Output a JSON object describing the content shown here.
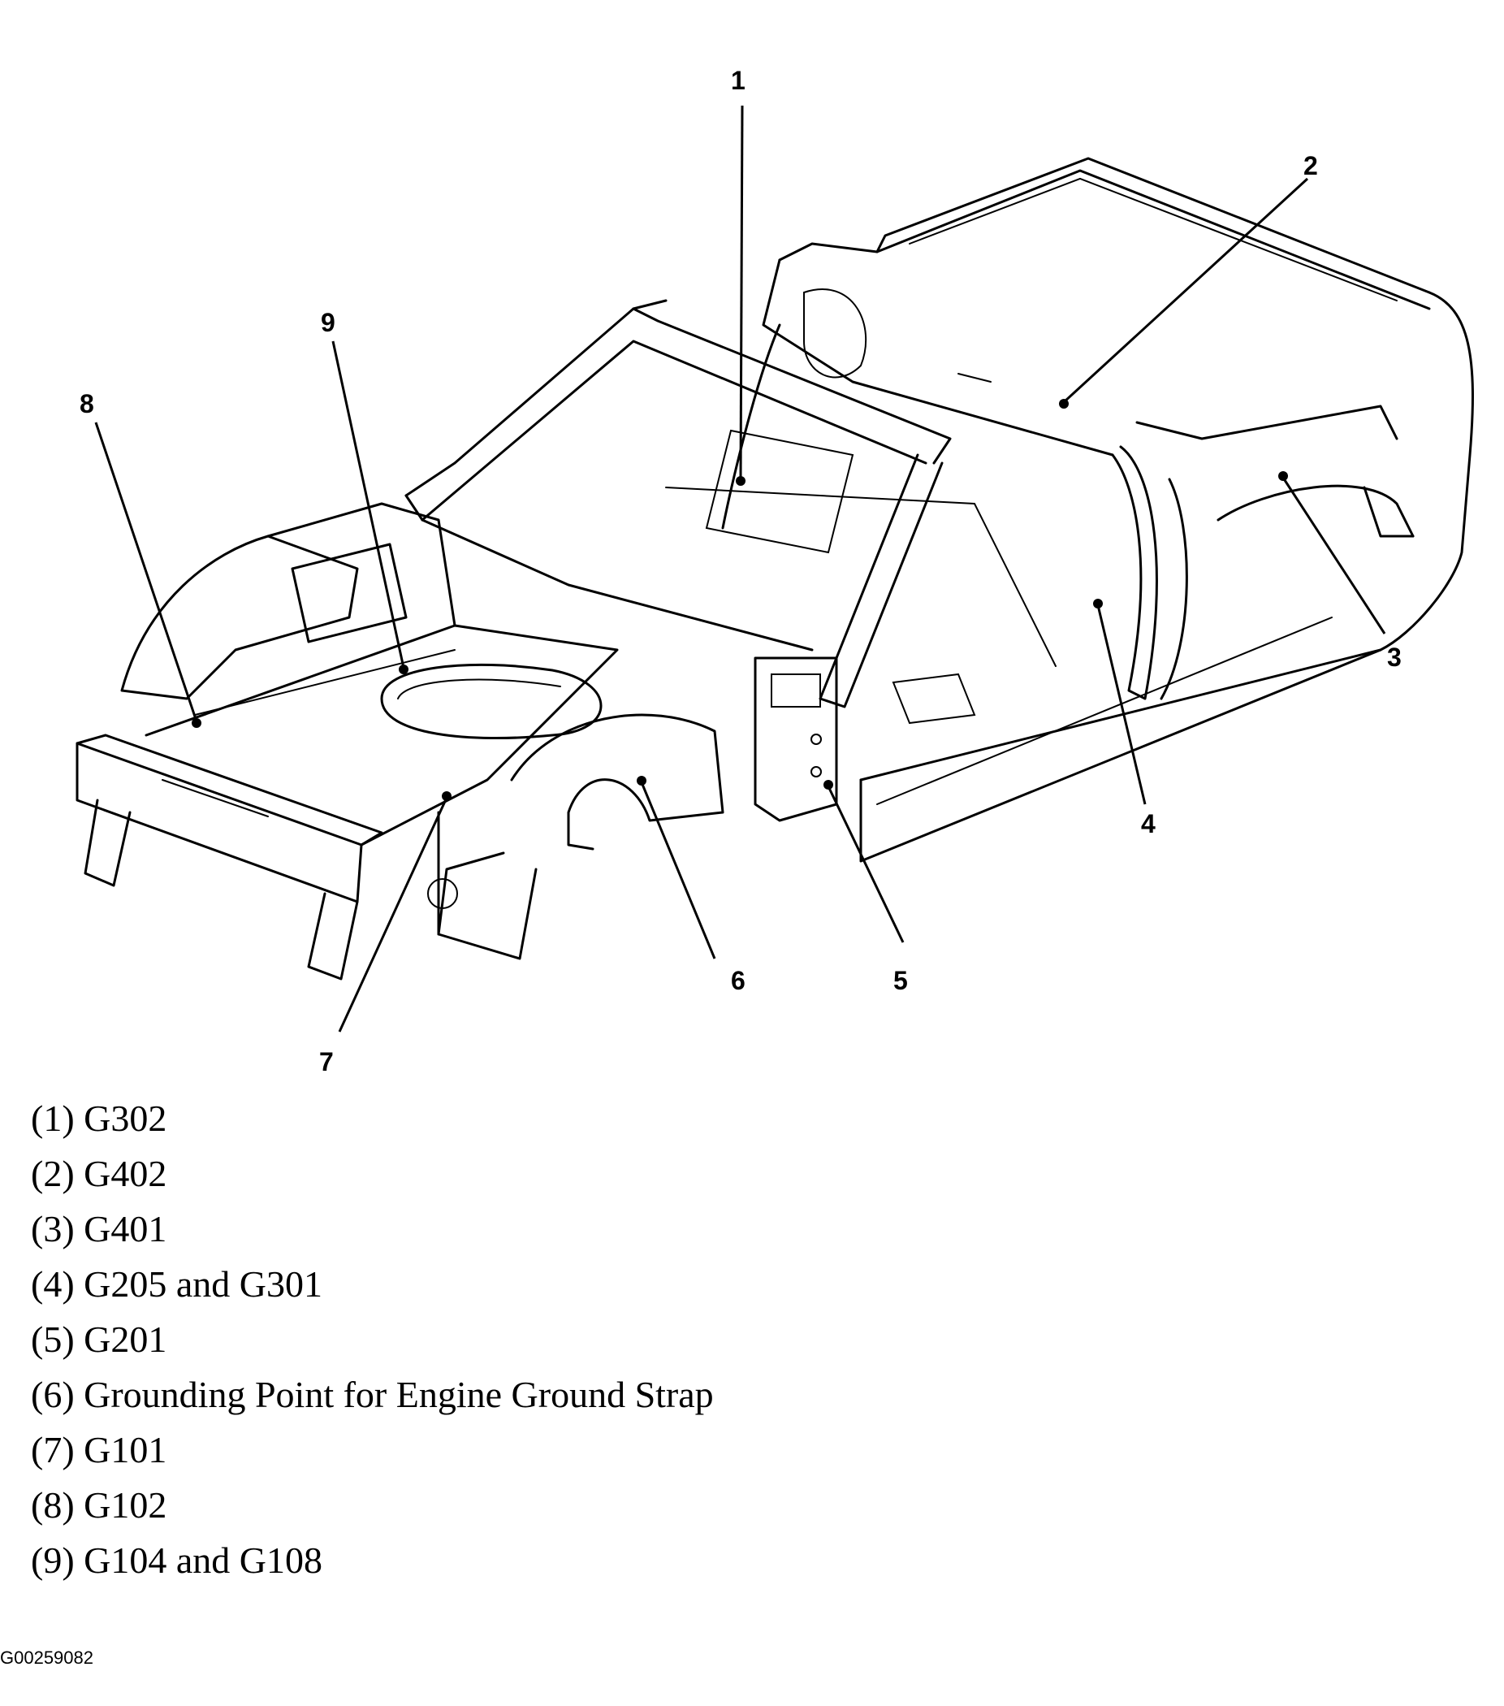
{
  "callouts": [
    "1",
    "2",
    "3",
    "4",
    "5",
    "6",
    "7",
    "8",
    "9"
  ],
  "legend": [
    "(1) G302",
    "(2) G402",
    "(3) G401",
    "(4) G205 and G301",
    "(5) G201",
    "(6) Grounding Point for Engine Ground Strap",
    "(7) G101",
    "(8) G102",
    "(9) G104 and G108"
  ],
  "figure_id": "G00259082"
}
